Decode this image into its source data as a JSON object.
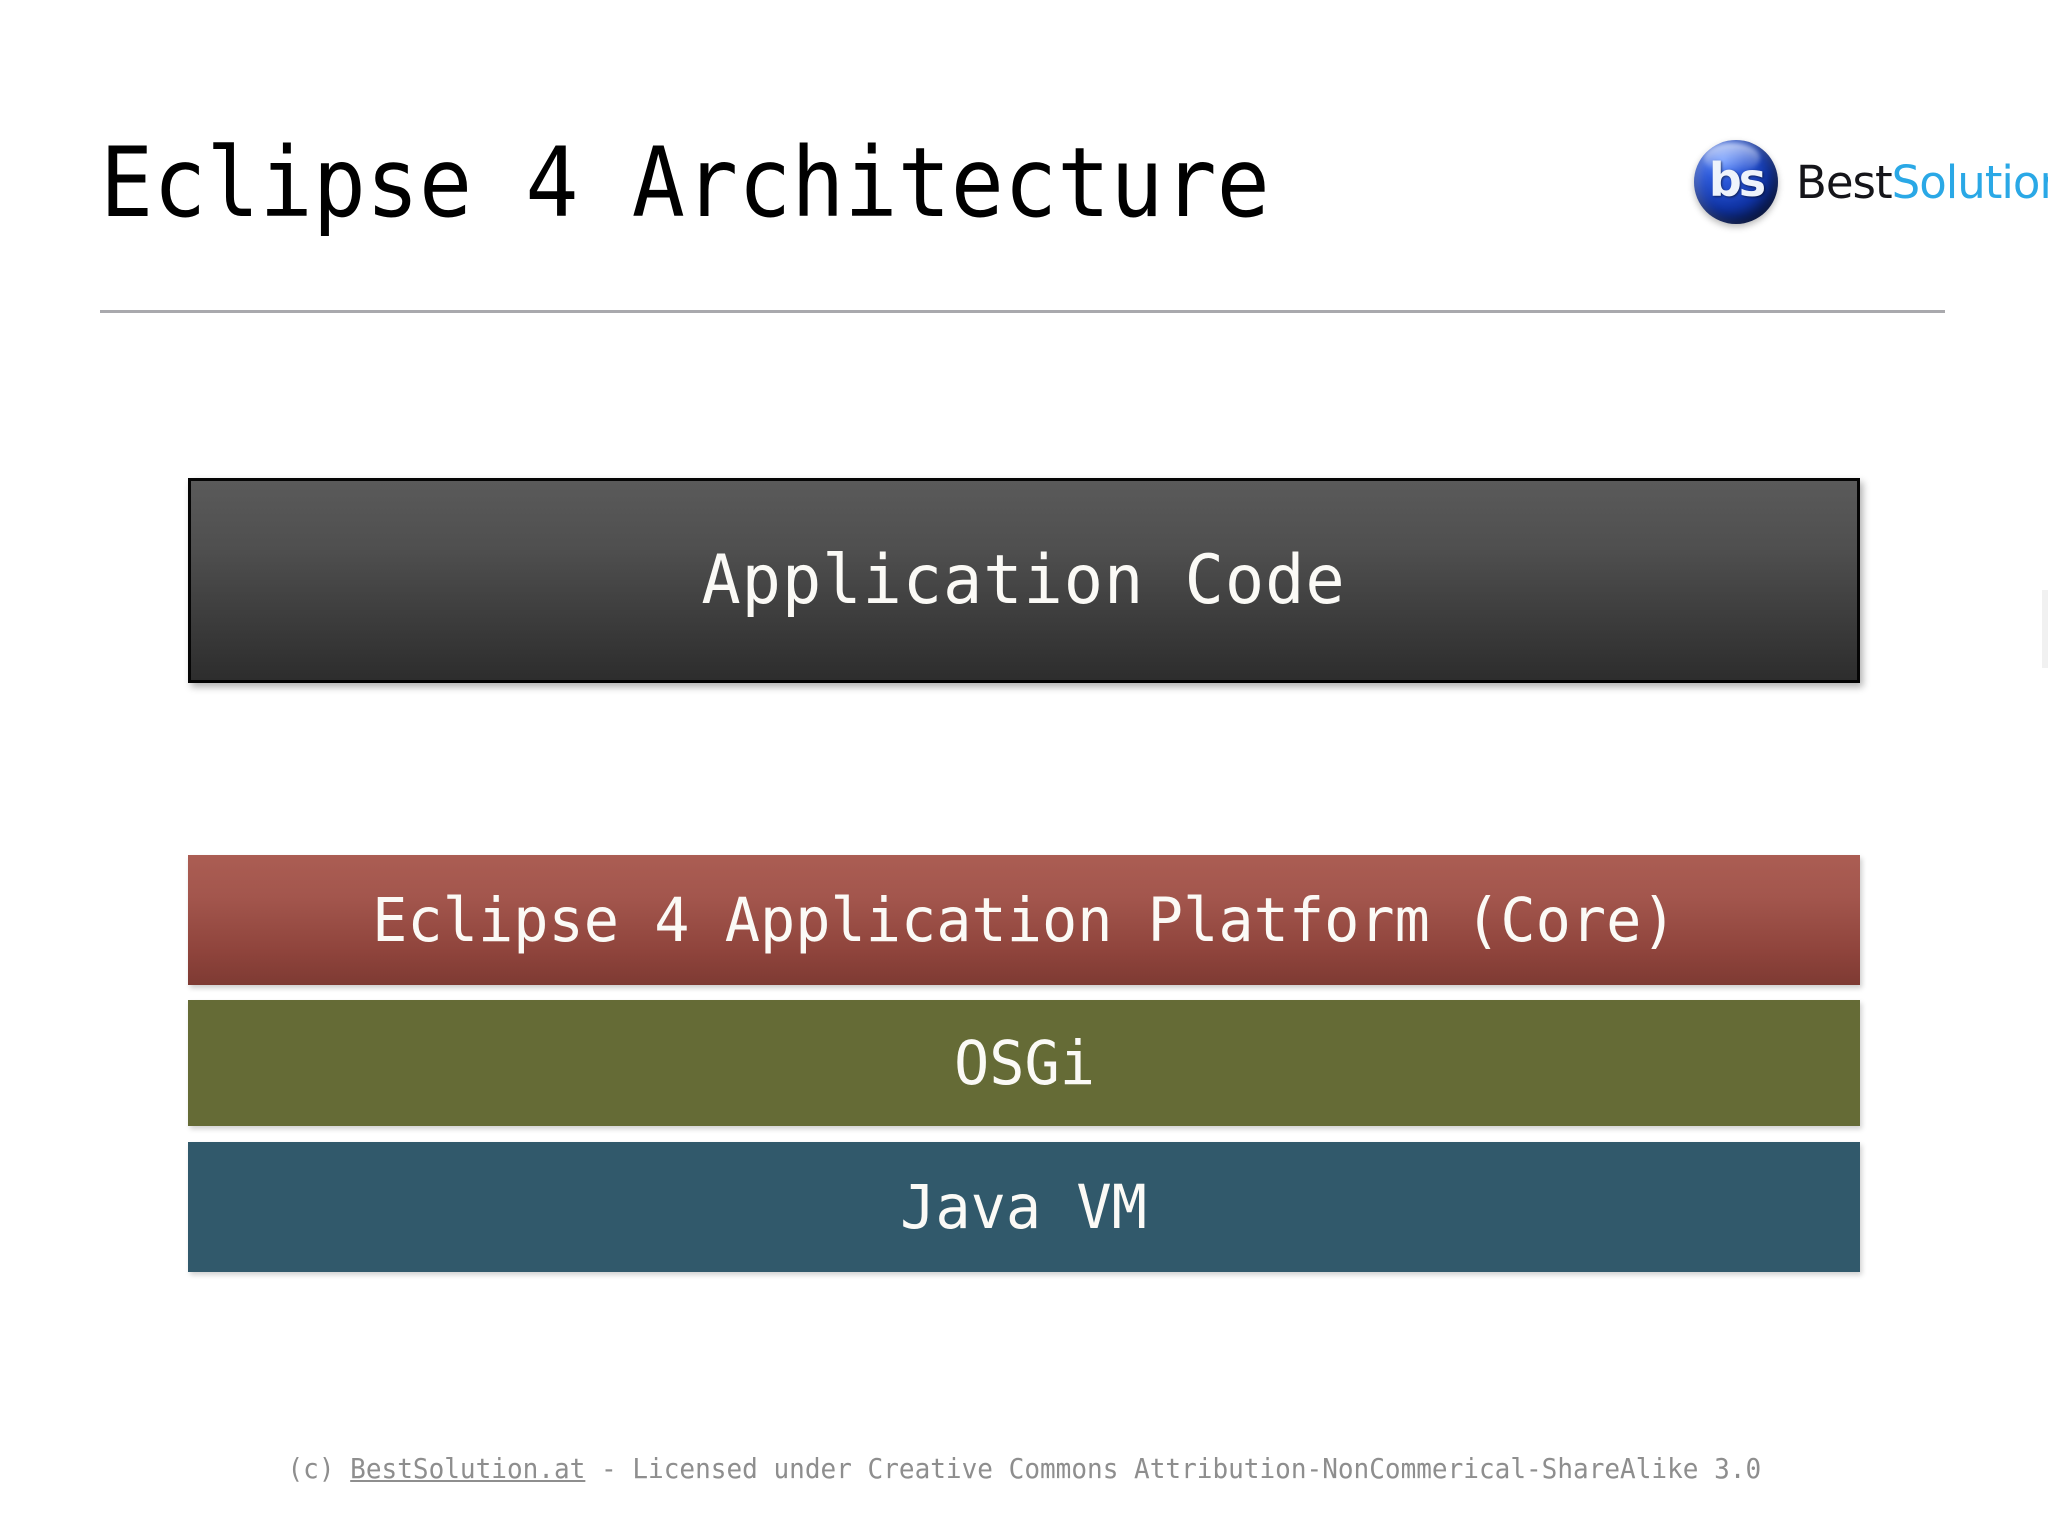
{
  "slide": {
    "title": "Eclipse 4 Architecture",
    "background_color": "#ffffff",
    "rule_color": "#a9a9ad"
  },
  "logo": {
    "mark_text": "bs",
    "name_part1": "Best",
    "name_part2": "Solution",
    "mark_color": "#1034a6",
    "part1_color": "#15151a",
    "part2_color": "#2aa8e6"
  },
  "stack": {
    "layers": [
      {
        "id": "application-code",
        "label": "Application Code",
        "color": "#3e3e3e",
        "text_color": "#fbfaf6"
      },
      {
        "id": "eclipse-4-application-platform-core",
        "label": "Eclipse 4 Application Platform (Core)",
        "color": "#8f443c",
        "text_color": "#fbfaf6"
      },
      {
        "id": "osgi",
        "label": "OSGi",
        "color": "#656b36",
        "text_color": "#fbfaf6"
      },
      {
        "id": "java-vm",
        "label": "Java VM",
        "color": "#31596b",
        "text_color": "#fbfaf6"
      }
    ]
  },
  "footer": {
    "prefix": "(c) ",
    "site": "BestSolution.at",
    "suffix": " - Licensed under Creative Commons Attribution-NonCommerical-ShareAlike 3.0",
    "color": "#8e8e8e"
  }
}
